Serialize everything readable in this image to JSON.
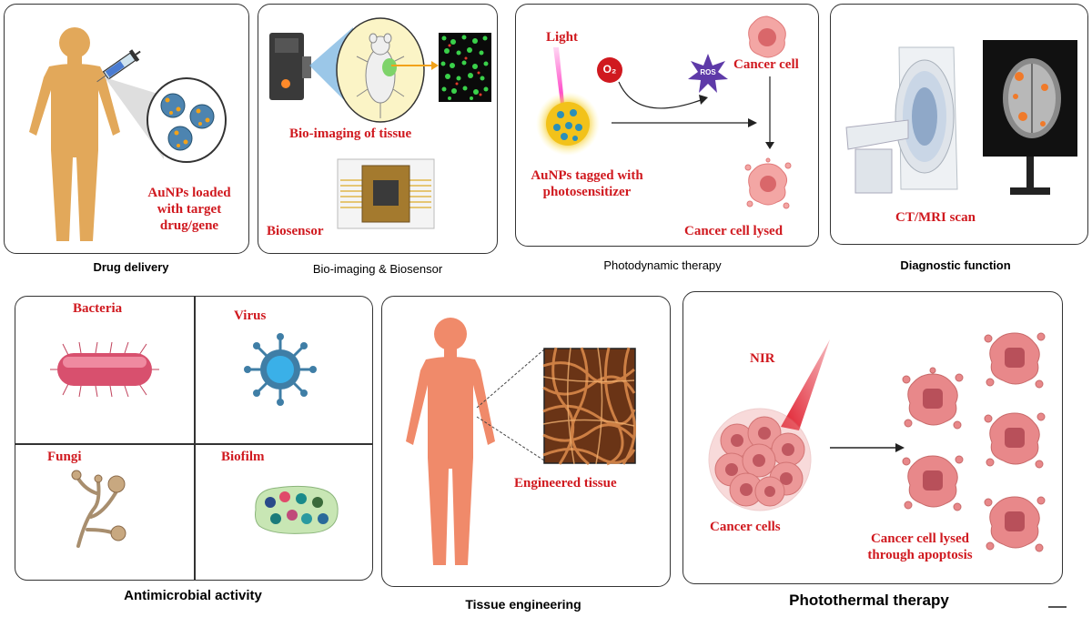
{
  "panels": {
    "drug_delivery": {
      "caption": "Drug delivery",
      "label_lines": [
        "AuNPs loaded",
        "with target",
        "drug/gene"
      ]
    },
    "bioimaging": {
      "caption": "Bio-imaging & Biosensor",
      "imaging_label": "Bio-imaging of tissue",
      "biosensor_label": "Biosensor"
    },
    "photodynamic": {
      "caption": "Photodynamic therapy",
      "light_label": "Light",
      "o2_label": "O₂",
      "ros_label": "ROS",
      "cancer_cell_label": "Cancer cell",
      "aunps_lines": [
        "AuNPs tagged with",
        "photosensitizer"
      ],
      "lysed_label": "Cancer cell lysed"
    },
    "diagnostic": {
      "caption": "Diagnostic function",
      "scan_label": "CT/MRI scan"
    },
    "antimicrobial": {
      "caption": "Antimicrobial activity",
      "bacteria_label": "Bacteria",
      "virus_label": "Virus",
      "fungi_label": "Fungi",
      "biofilm_label": "Biofilm"
    },
    "tissue": {
      "caption": "Tissue engineering",
      "label": "Engineered tissue"
    },
    "photothermal": {
      "caption": "Photothermal therapy",
      "nir_label": "NIR",
      "cells_label": "Cancer cells",
      "lysed_lines": [
        "Cancer cell lysed",
        "through apoptosis"
      ]
    }
  },
  "colors": {
    "label_red": "#d0191f",
    "skin_gold": "#e2a85a",
    "skin_salmon": "#f08a6a",
    "cell_pink": "#e08a8e",
    "gold_np": "#f2c21a",
    "np_dot": "#2a8fb8"
  }
}
